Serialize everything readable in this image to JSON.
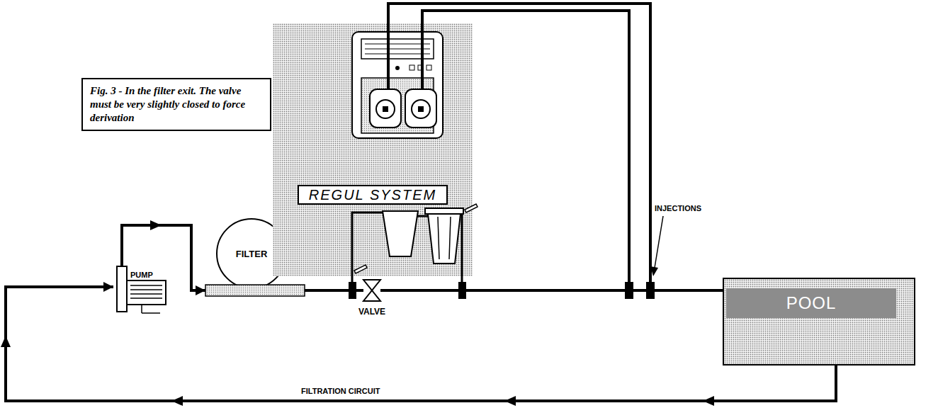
{
  "diagram": {
    "caption": "Fig. 3 - In the filter exit. The valve must be very slightly closed to force derivation",
    "nodes": [
      {
        "text": [
          "PUMP"
        ]
      },
      {
        "text": [
          "FILTER"
        ]
      },
      {
        "text": [
          "REGUL SYSTEM"
        ]
      },
      {
        "text": [
          "VALVE"
        ]
      },
      {
        "text": [
          "POOL"
        ]
      }
    ],
    "edges": [
      {
        "from": 0,
        "to": 1,
        "arrow": "to"
      },
      {
        "from": 1,
        "to": 3,
        "arrow": "none"
      },
      {
        "from": 3,
        "to": 4,
        "arrow": "none"
      },
      {
        "from": 4,
        "to": 0,
        "arrow": "to",
        "label": "FILTRATION CIRCUIT"
      }
    ],
    "labels": [
      "INJECTIONS"
    ]
  }
}
